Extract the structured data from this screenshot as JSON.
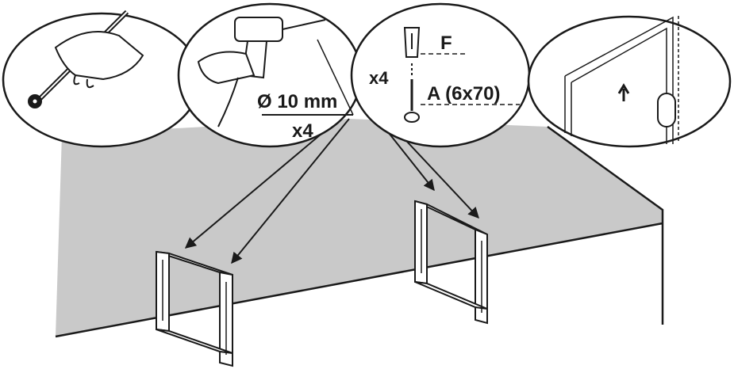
{
  "colors": {
    "wall": "#c9c9c9",
    "ink": "#1a1a1a",
    "paper": "#ffffff"
  },
  "steps": [
    {
      "id": "mark",
      "icon": "hand-pencil-icon"
    },
    {
      "id": "drill",
      "icon": "drill-icon",
      "diameter": "Ø 10",
      "unit": "mm",
      "qty": "x4"
    },
    {
      "id": "fix",
      "icon": "plug-screw-icon",
      "qty": "x4",
      "plug": "F",
      "screw": "A (6x70)"
    },
    {
      "id": "hang",
      "icon": "hang-frame-icon"
    }
  ],
  "brackets": {
    "count": 2,
    "icon": "wall-bracket-icon"
  }
}
